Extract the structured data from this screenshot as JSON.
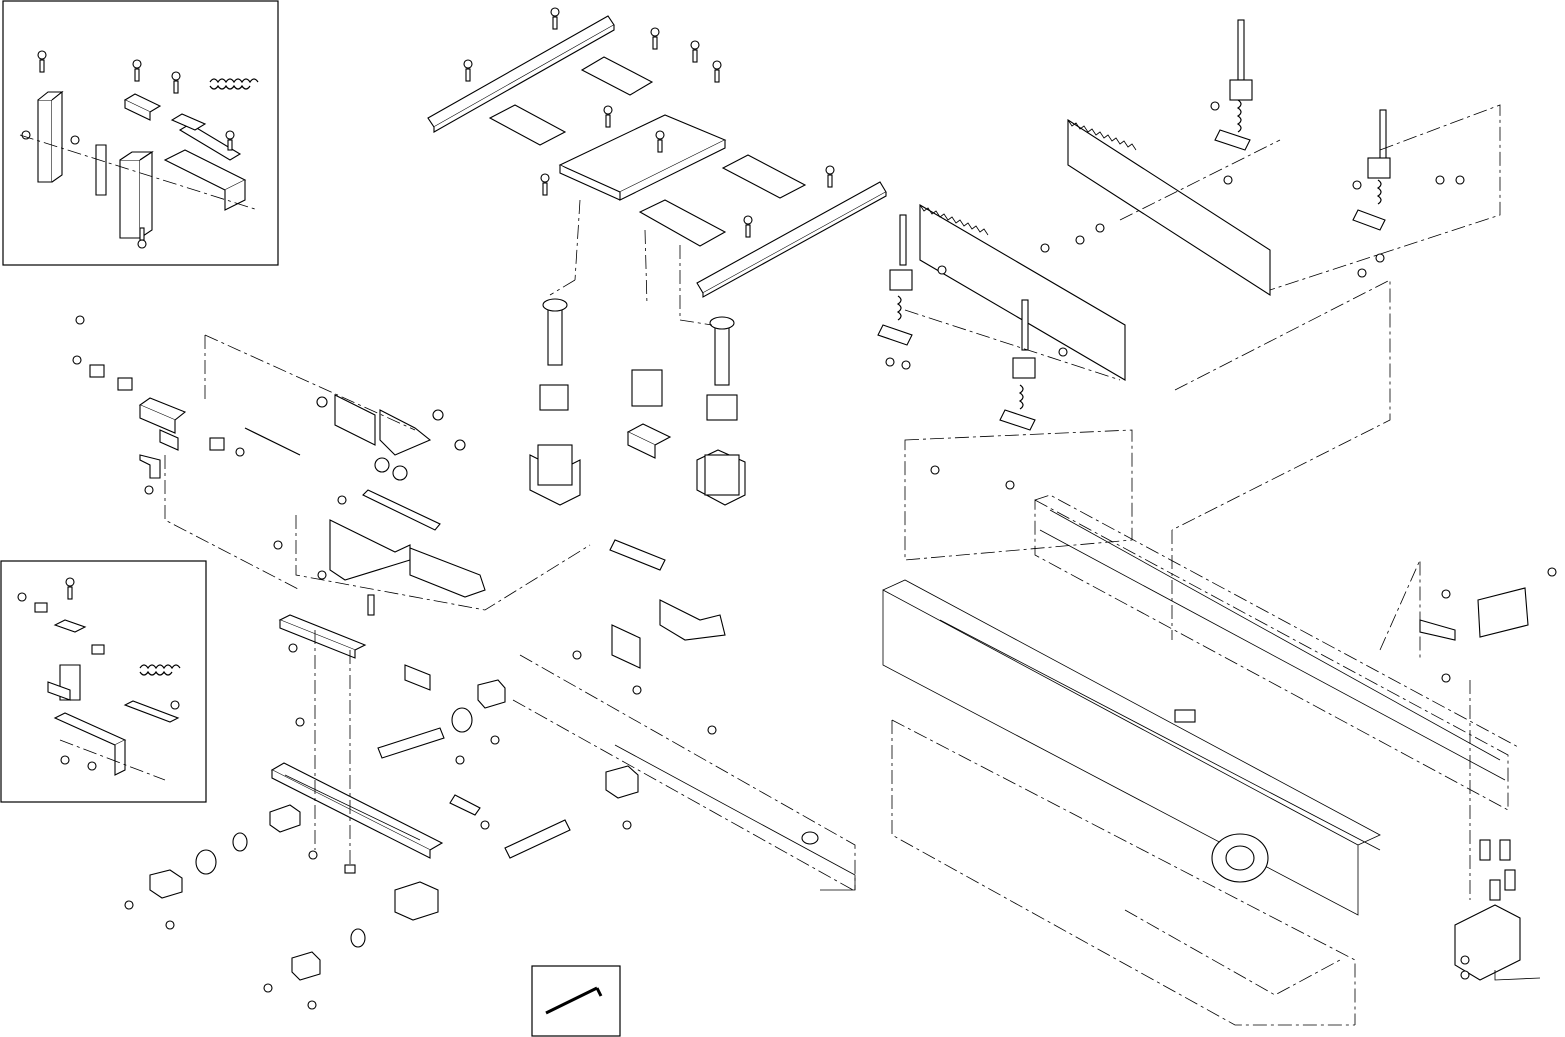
{
  "diagram": {
    "inset_boxes": [
      "upper-left-detail",
      "lower-left-detail",
      "tool-detail"
    ]
  }
}
